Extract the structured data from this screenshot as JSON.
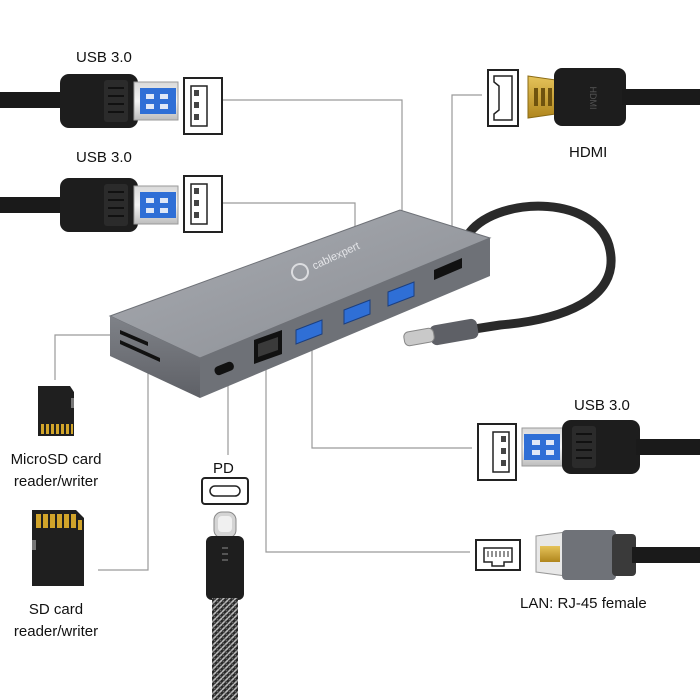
{
  "labels": {
    "usb_top_1": "USB 3.0",
    "usb_top_2": "USB 3.0",
    "hdmi": "HDMI",
    "usb_right": "USB 3.0",
    "lan": "LAN: RJ-45 female",
    "pd": "PD",
    "microsd_line1": "MicroSD card",
    "microsd_line2": "reader/writer",
    "sd_line1": "SD card",
    "sd_line2": "reader/writer"
  },
  "brand": {
    "name": "cablexpert"
  },
  "colors": {
    "hub_body": "#8c8f95",
    "hub_top": "#9fa2a8",
    "usb_blue": "#2f6fd6",
    "cable": "#1a1a1a",
    "leader_line": "#9a9a9a",
    "gold": "#c9a227"
  }
}
